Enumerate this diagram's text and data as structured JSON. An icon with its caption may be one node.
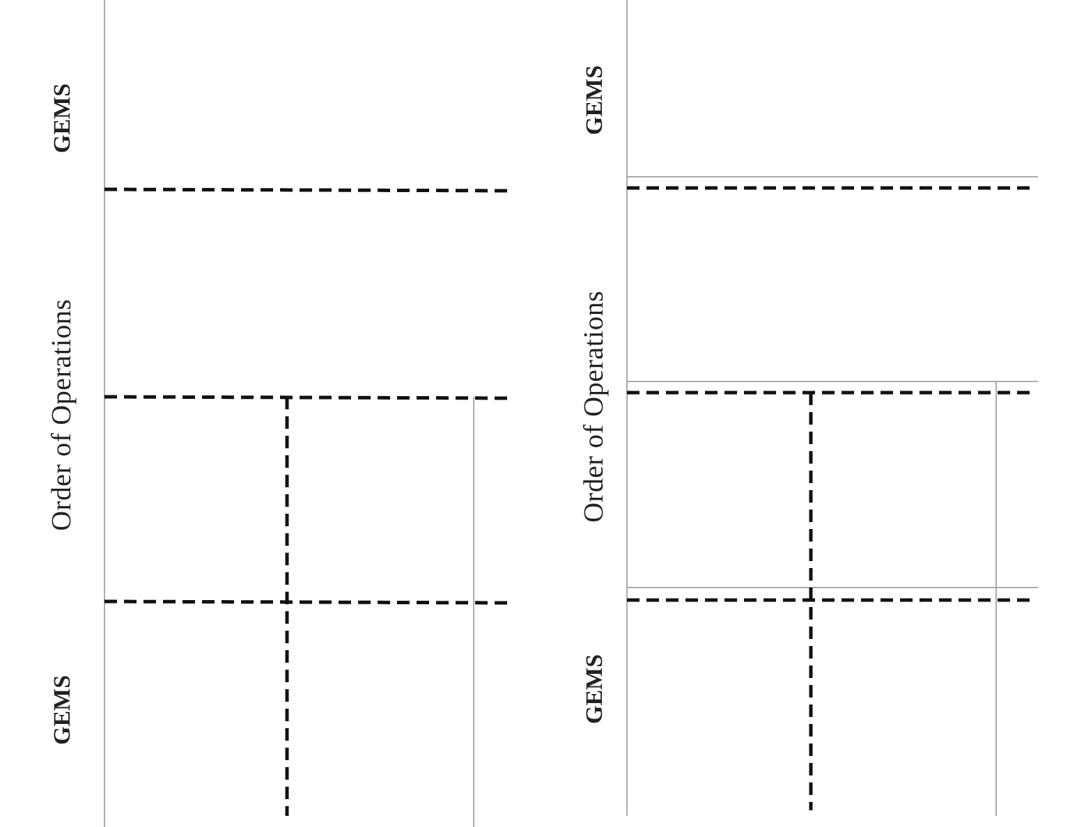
{
  "diagram": {
    "labels": [
      "GEMS",
      "Order of Operations",
      "GEMS",
      "GEMS",
      "Order of Operations",
      "GEMS"
    ]
  }
}
